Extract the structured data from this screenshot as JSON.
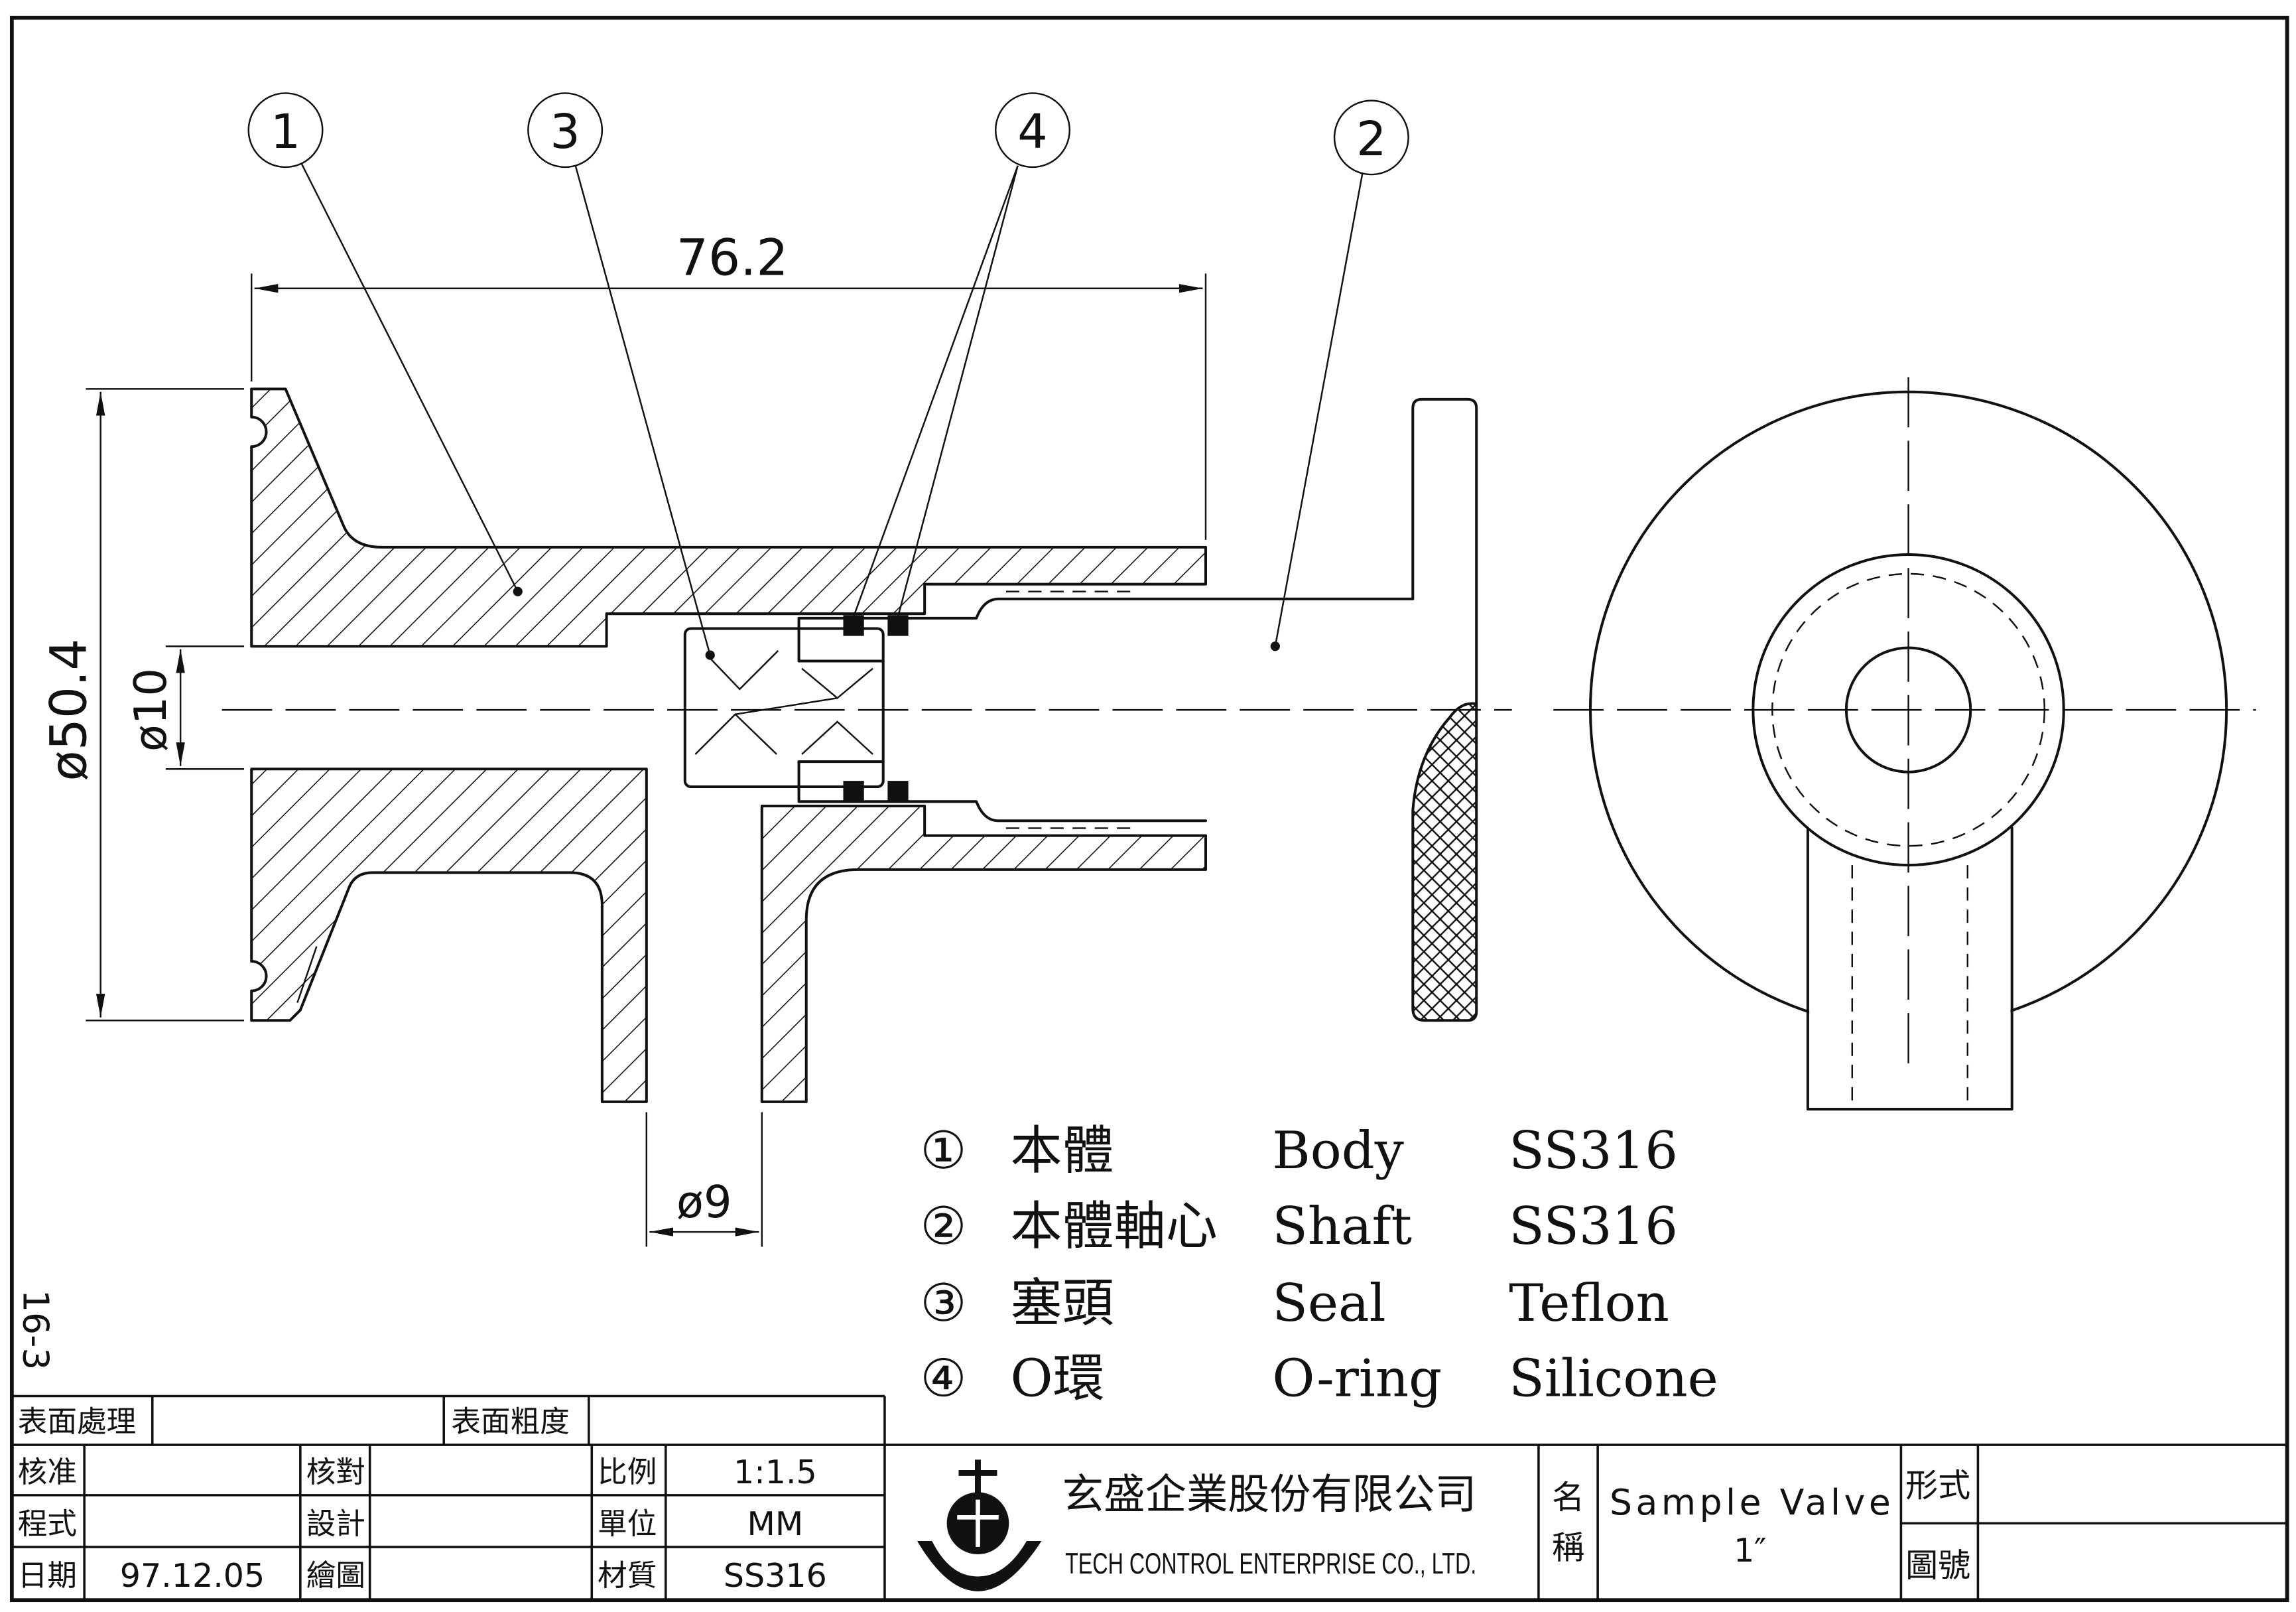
{
  "drawing": {
    "balloons": {
      "b1": "1",
      "b2": "2",
      "b3": "3",
      "b4": "4"
    },
    "dimensions": {
      "overall_length": "76.2",
      "flange_diameter": "ø50.4",
      "bore_diameter": "ø10",
      "outlet_diameter": "ø9"
    },
    "margin_note": "16-3"
  },
  "parts": [
    {
      "no": "①",
      "zh": "本體",
      "en": "Body",
      "material": "SS316"
    },
    {
      "no": "②",
      "zh": "本體軸心",
      "en": "Shaft",
      "material": "SS316"
    },
    {
      "no": "③",
      "zh": "塞頭",
      "en": "Seal",
      "material": "Teflon"
    },
    {
      "no": "④",
      "zh": "O環",
      "en": "O-ring",
      "material": "Silicone"
    }
  ],
  "title_block": {
    "surface_treatment_label": "表面處理",
    "surface_roughness_label": "表面粗度",
    "approved_label": "核准",
    "checked_label": "核對",
    "scale_label": "比例",
    "scale": "1:1.5",
    "program_label": "程式",
    "designed_label": "設計",
    "unit_label": "單位",
    "unit": "MM",
    "date_label": "日期",
    "date": "97.12.05",
    "drawn_label": "繪圖",
    "material_label": "材質",
    "material": "SS316",
    "company_zh": "玄盛企業股份有限公司",
    "company_en": "TECH CONTROL ENTERPRISE CO., LTD.",
    "name_label_1": "名",
    "name_label_2": "稱",
    "name": "Sample Valve",
    "size": "1″",
    "form_label": "形式",
    "drawing_no_label": "圖號"
  },
  "icons": {
    "logo": "company-logo-icon"
  }
}
